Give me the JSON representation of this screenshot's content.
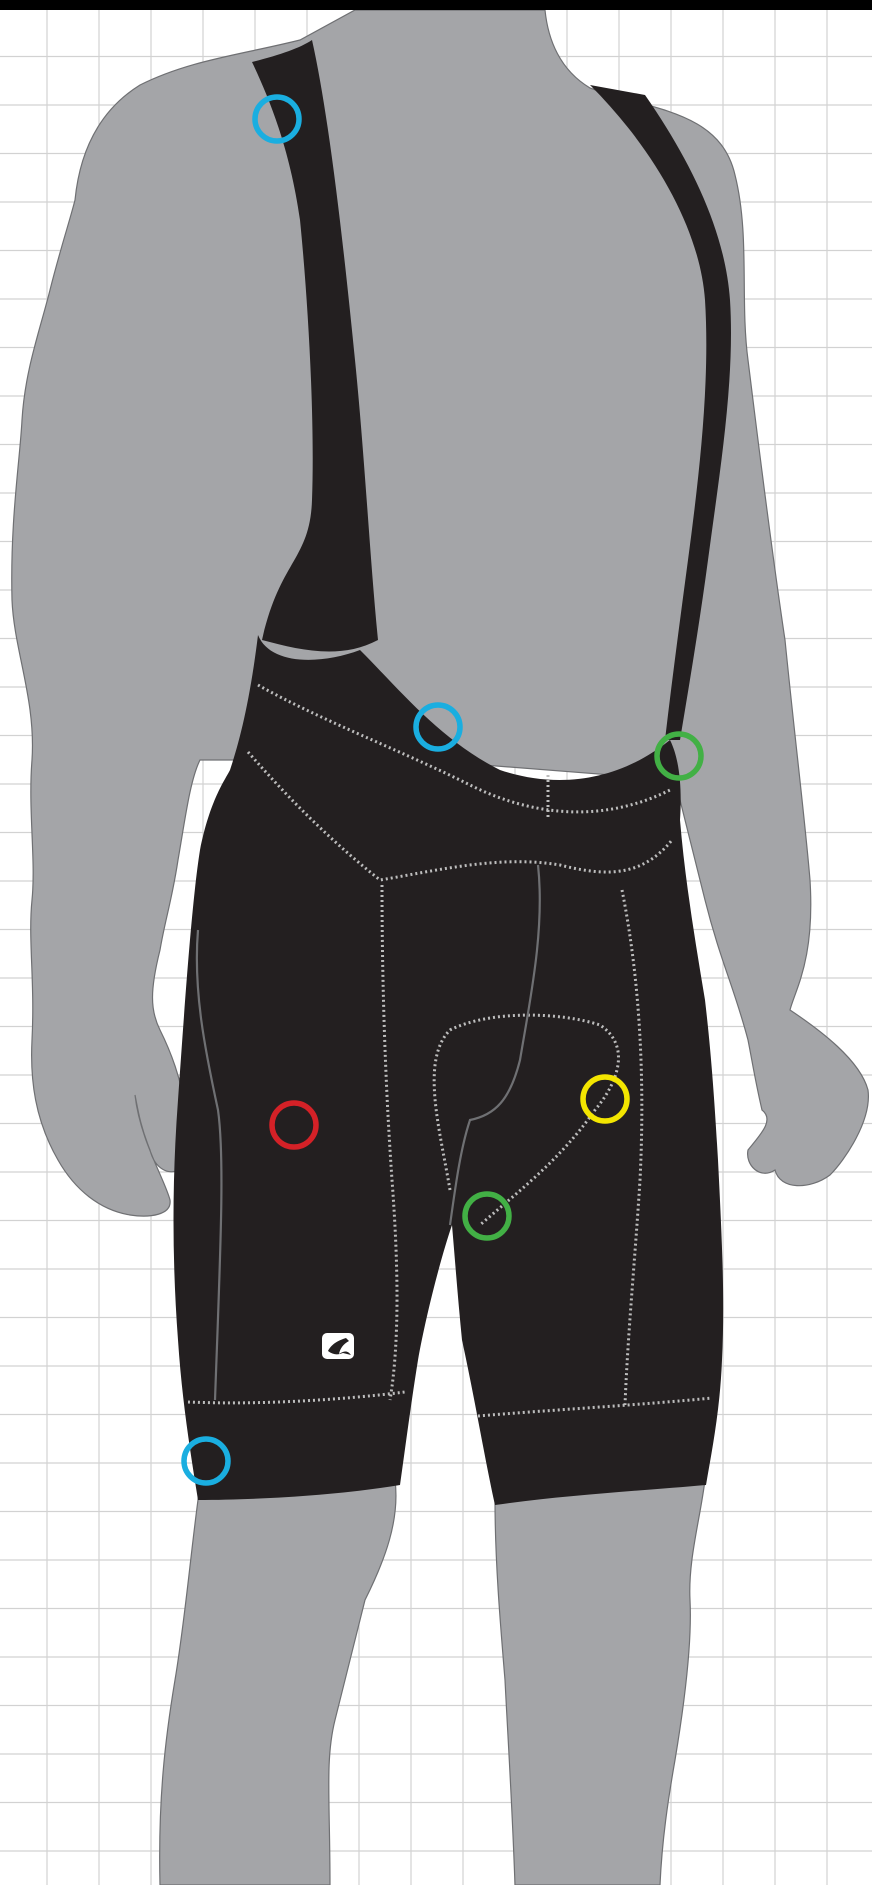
{
  "colors": {
    "background": "#ffffff",
    "grid_line": "#d2d2d2",
    "top_strip": "#000000",
    "body_fill": "#a4a5a8",
    "body_outline": "#6f7073",
    "garment_fill": "#231f20",
    "stitch": "#bdbdbd",
    "logo": "#ffffff"
  },
  "markers": [
    {
      "name": "marker-shoulder-strap",
      "color": "#1aaee0",
      "category": "blue"
    },
    {
      "name": "marker-center-chest",
      "color": "#1aaee0",
      "category": "blue"
    },
    {
      "name": "marker-right-waist",
      "color": "#42b045",
      "category": "green"
    },
    {
      "name": "marker-right-chamois",
      "color": "#f3e500",
      "category": "yellow"
    },
    {
      "name": "marker-left-thigh",
      "color": "#d42127",
      "category": "red"
    },
    {
      "name": "marker-chamois",
      "color": "#42b045",
      "category": "green"
    },
    {
      "name": "marker-leg-gripper",
      "color": "#1aaee0",
      "category": "blue"
    }
  ],
  "icons": {
    "logo": "leaping-deer-logo-icon"
  }
}
